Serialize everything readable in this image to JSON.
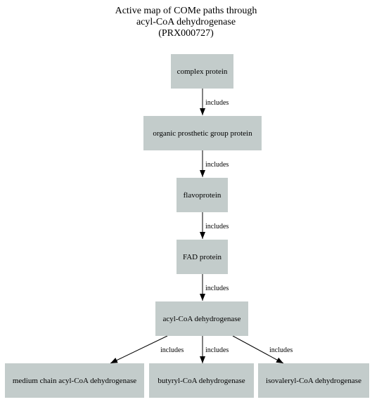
{
  "title": {
    "line1": "Active map of COMe paths through",
    "line2": "acyl-CoA dehydrogenase",
    "line3": "(PRX000727)"
  },
  "colors": {
    "node_fill": "#c3cccb",
    "edge": "#000000",
    "background": "#ffffff"
  },
  "nodes": [
    {
      "id": "complex",
      "label": "complex protein"
    },
    {
      "id": "prosthetic",
      "label": "organic prosthetic group protein"
    },
    {
      "id": "flavoprotein",
      "label": "flavoprotein"
    },
    {
      "id": "fad",
      "label": "FAD protein"
    },
    {
      "id": "acylcoa",
      "label": "acyl-CoA dehydrogenase"
    },
    {
      "id": "medium",
      "label": "medium chain acyl-CoA dehydrogenase"
    },
    {
      "id": "butyryl",
      "label": "butyryl-CoA dehydrogenase"
    },
    {
      "id": "isovaleryl",
      "label": "isovaleryl-CoA dehydrogenase"
    }
  ],
  "edges": [
    {
      "from": "complex",
      "to": "prosthetic",
      "label": "includes"
    },
    {
      "from": "prosthetic",
      "to": "flavoprotein",
      "label": "includes"
    },
    {
      "from": "flavoprotein",
      "to": "fad",
      "label": "includes"
    },
    {
      "from": "fad",
      "to": "acylcoa",
      "label": "includes"
    },
    {
      "from": "acylcoa",
      "to": "medium",
      "label": "includes"
    },
    {
      "from": "acylcoa",
      "to": "butyryl",
      "label": "includes"
    },
    {
      "from": "acylcoa",
      "to": "isovaleryl",
      "label": "includes"
    }
  ]
}
